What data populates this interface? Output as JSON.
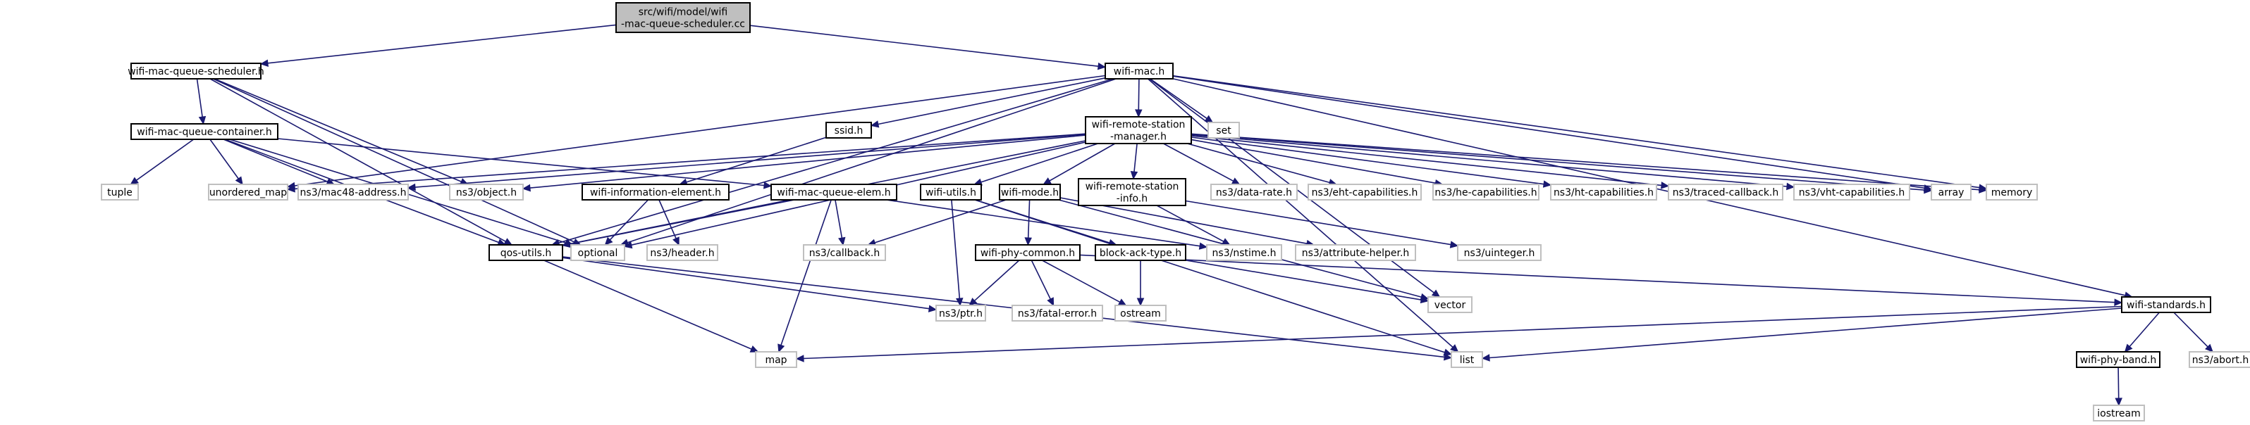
{
  "diagram": {
    "colors": {
      "edge": "#191970",
      "root_fill": "#bfbfbf",
      "box_border": "#000000",
      "external_border": "#bfbfbf",
      "background": "#ffffff"
    },
    "nodes": [
      {
        "id": "root",
        "lines": [
          "src/wifi/model/wifi",
          "-mac-queue-scheduler.cc"
        ],
        "kind": "root"
      },
      {
        "id": "sched",
        "lines": [
          "wifi-mac-queue-scheduler.h"
        ],
        "kind": "local"
      },
      {
        "id": "mac",
        "lines": [
          "wifi-mac.h"
        ],
        "kind": "local"
      },
      {
        "id": "container",
        "lines": [
          "wifi-mac-queue-container.h"
        ],
        "kind": "local"
      },
      {
        "id": "ssid",
        "lines": [
          "ssid.h"
        ],
        "kind": "local"
      },
      {
        "id": "set",
        "lines": [
          "set"
        ],
        "kind": "ext"
      },
      {
        "id": "rsm",
        "lines": [
          "wifi-remote-station",
          "-manager.h"
        ],
        "kind": "local"
      },
      {
        "id": "tuple",
        "lines": [
          "tuple"
        ],
        "kind": "ext"
      },
      {
        "id": "umap",
        "lines": [
          "unordered_map"
        ],
        "kind": "ext"
      },
      {
        "id": "mac48",
        "lines": [
          "ns3/mac48-address.h"
        ],
        "kind": "ext"
      },
      {
        "id": "object",
        "lines": [
          "ns3/object.h"
        ],
        "kind": "ext"
      },
      {
        "id": "wie",
        "lines": [
          "wifi-information-element.h"
        ],
        "kind": "local"
      },
      {
        "id": "elem",
        "lines": [
          "wifi-mac-queue-elem.h"
        ],
        "kind": "local"
      },
      {
        "id": "utils",
        "lines": [
          "wifi-utils.h"
        ],
        "kind": "local"
      },
      {
        "id": "mode",
        "lines": [
          "wifi-mode.h"
        ],
        "kind": "local"
      },
      {
        "id": "rsinfo",
        "lines": [
          "wifi-remote-station",
          "-info.h"
        ],
        "kind": "local"
      },
      {
        "id": "datarate",
        "lines": [
          "ns3/data-rate.h"
        ],
        "kind": "ext"
      },
      {
        "id": "eht",
        "lines": [
          "ns3/eht-capabilities.h"
        ],
        "kind": "ext"
      },
      {
        "id": "he",
        "lines": [
          "ns3/he-capabilities.h"
        ],
        "kind": "ext"
      },
      {
        "id": "ht",
        "lines": [
          "ns3/ht-capabilities.h"
        ],
        "kind": "ext"
      },
      {
        "id": "traced",
        "lines": [
          "ns3/traced-callback.h"
        ],
        "kind": "ext"
      },
      {
        "id": "vht",
        "lines": [
          "ns3/vht-capabilities.h"
        ],
        "kind": "ext"
      },
      {
        "id": "array",
        "lines": [
          "array"
        ],
        "kind": "ext"
      },
      {
        "id": "memory",
        "lines": [
          "memory"
        ],
        "kind": "ext"
      },
      {
        "id": "optional",
        "lines": [
          "optional"
        ],
        "kind": "ext"
      },
      {
        "id": "header",
        "lines": [
          "ns3/header.h"
        ],
        "kind": "ext"
      },
      {
        "id": "qos",
        "lines": [
          "qos-utils.h"
        ],
        "kind": "local"
      },
      {
        "id": "callback",
        "lines": [
          "ns3/callback.h"
        ],
        "kind": "ext"
      },
      {
        "id": "nstime",
        "lines": [
          "ns3/nstime.h"
        ],
        "kind": "ext"
      },
      {
        "id": "attr",
        "lines": [
          "ns3/attribute-helper.h"
        ],
        "kind": "ext"
      },
      {
        "id": "uinteger",
        "lines": [
          "ns3/uinteger.h"
        ],
        "kind": "ext"
      },
      {
        "id": "phycommon",
        "lines": [
          "wifi-phy-common.h"
        ],
        "kind": "local"
      },
      {
        "id": "blockack",
        "lines": [
          "block-ack-type.h"
        ],
        "kind": "local"
      },
      {
        "id": "vector",
        "lines": [
          "vector"
        ],
        "kind": "ext"
      },
      {
        "id": "ptr",
        "lines": [
          "ns3/ptr.h"
        ],
        "kind": "ext"
      },
      {
        "id": "fatal",
        "lines": [
          "ns3/fatal-error.h"
        ],
        "kind": "ext"
      },
      {
        "id": "ostream",
        "lines": [
          "ostream"
        ],
        "kind": "ext"
      },
      {
        "id": "standards",
        "lines": [
          "wifi-standards.h"
        ],
        "kind": "local"
      },
      {
        "id": "map",
        "lines": [
          "map"
        ],
        "kind": "ext"
      },
      {
        "id": "list",
        "lines": [
          "list"
        ],
        "kind": "ext"
      },
      {
        "id": "band",
        "lines": [
          "wifi-phy-band.h"
        ],
        "kind": "local"
      },
      {
        "id": "abort",
        "lines": [
          "ns3/abort.h"
        ],
        "kind": "ext"
      },
      {
        "id": "iostream",
        "lines": [
          "iostream"
        ],
        "kind": "ext"
      }
    ],
    "edges": [
      [
        "root",
        "sched"
      ],
      [
        "root",
        "mac"
      ],
      [
        "sched",
        "container"
      ],
      [
        "sched",
        "object"
      ],
      [
        "sched",
        "qos"
      ],
      [
        "sched",
        "optional"
      ],
      [
        "mac",
        "ssid"
      ],
      [
        "mac",
        "rsm"
      ],
      [
        "mac",
        "set"
      ],
      [
        "mac",
        "memory"
      ],
      [
        "mac",
        "standards"
      ],
      [
        "mac",
        "vector"
      ],
      [
        "mac",
        "list"
      ],
      [
        "mac",
        "umap"
      ],
      [
        "mac",
        "optional"
      ],
      [
        "mac",
        "qos"
      ],
      [
        "mac",
        "array"
      ],
      [
        "container",
        "tuple"
      ],
      [
        "container",
        "umap"
      ],
      [
        "container",
        "mac48"
      ],
      [
        "container",
        "elem"
      ],
      [
        "container",
        "optional"
      ],
      [
        "container",
        "qos"
      ],
      [
        "ssid",
        "wie"
      ],
      [
        "rsm",
        "umap"
      ],
      [
        "rsm",
        "mac48"
      ],
      [
        "rsm",
        "object"
      ],
      [
        "rsm",
        "utils"
      ],
      [
        "rsm",
        "mode"
      ],
      [
        "rsm",
        "rsinfo"
      ],
      [
        "rsm",
        "datarate"
      ],
      [
        "rsm",
        "eht"
      ],
      [
        "rsm",
        "he"
      ],
      [
        "rsm",
        "ht"
      ],
      [
        "rsm",
        "traced"
      ],
      [
        "rsm",
        "vht"
      ],
      [
        "rsm",
        "array"
      ],
      [
        "rsm",
        "memory"
      ],
      [
        "rsm",
        "optional"
      ],
      [
        "rsm",
        "qos"
      ],
      [
        "wie",
        "header"
      ],
      [
        "wie",
        "optional"
      ],
      [
        "elem",
        "callback"
      ],
      [
        "elem",
        "nstime"
      ],
      [
        "elem",
        "map"
      ],
      [
        "elem",
        "qos"
      ],
      [
        "utils",
        "blockack"
      ],
      [
        "utils",
        "ptr"
      ],
      [
        "utils",
        "list"
      ],
      [
        "mode",
        "callback"
      ],
      [
        "mode",
        "phycommon"
      ],
      [
        "mode",
        "attr"
      ],
      [
        "mode",
        "vector"
      ],
      [
        "rsinfo",
        "nstime"
      ],
      [
        "rsinfo",
        "uinteger"
      ],
      [
        "qos",
        "ptr"
      ],
      [
        "qos",
        "map"
      ],
      [
        "qos",
        "list"
      ],
      [
        "phycommon",
        "ptr"
      ],
      [
        "phycommon",
        "fatal"
      ],
      [
        "phycommon",
        "ostream"
      ],
      [
        "phycommon",
        "standards"
      ],
      [
        "blockack",
        "ostream"
      ],
      [
        "blockack",
        "vector"
      ],
      [
        "standards",
        "map"
      ],
      [
        "standards",
        "list"
      ],
      [
        "standards",
        "band"
      ],
      [
        "standards",
        "abort"
      ],
      [
        "band",
        "iostream"
      ]
    ]
  }
}
